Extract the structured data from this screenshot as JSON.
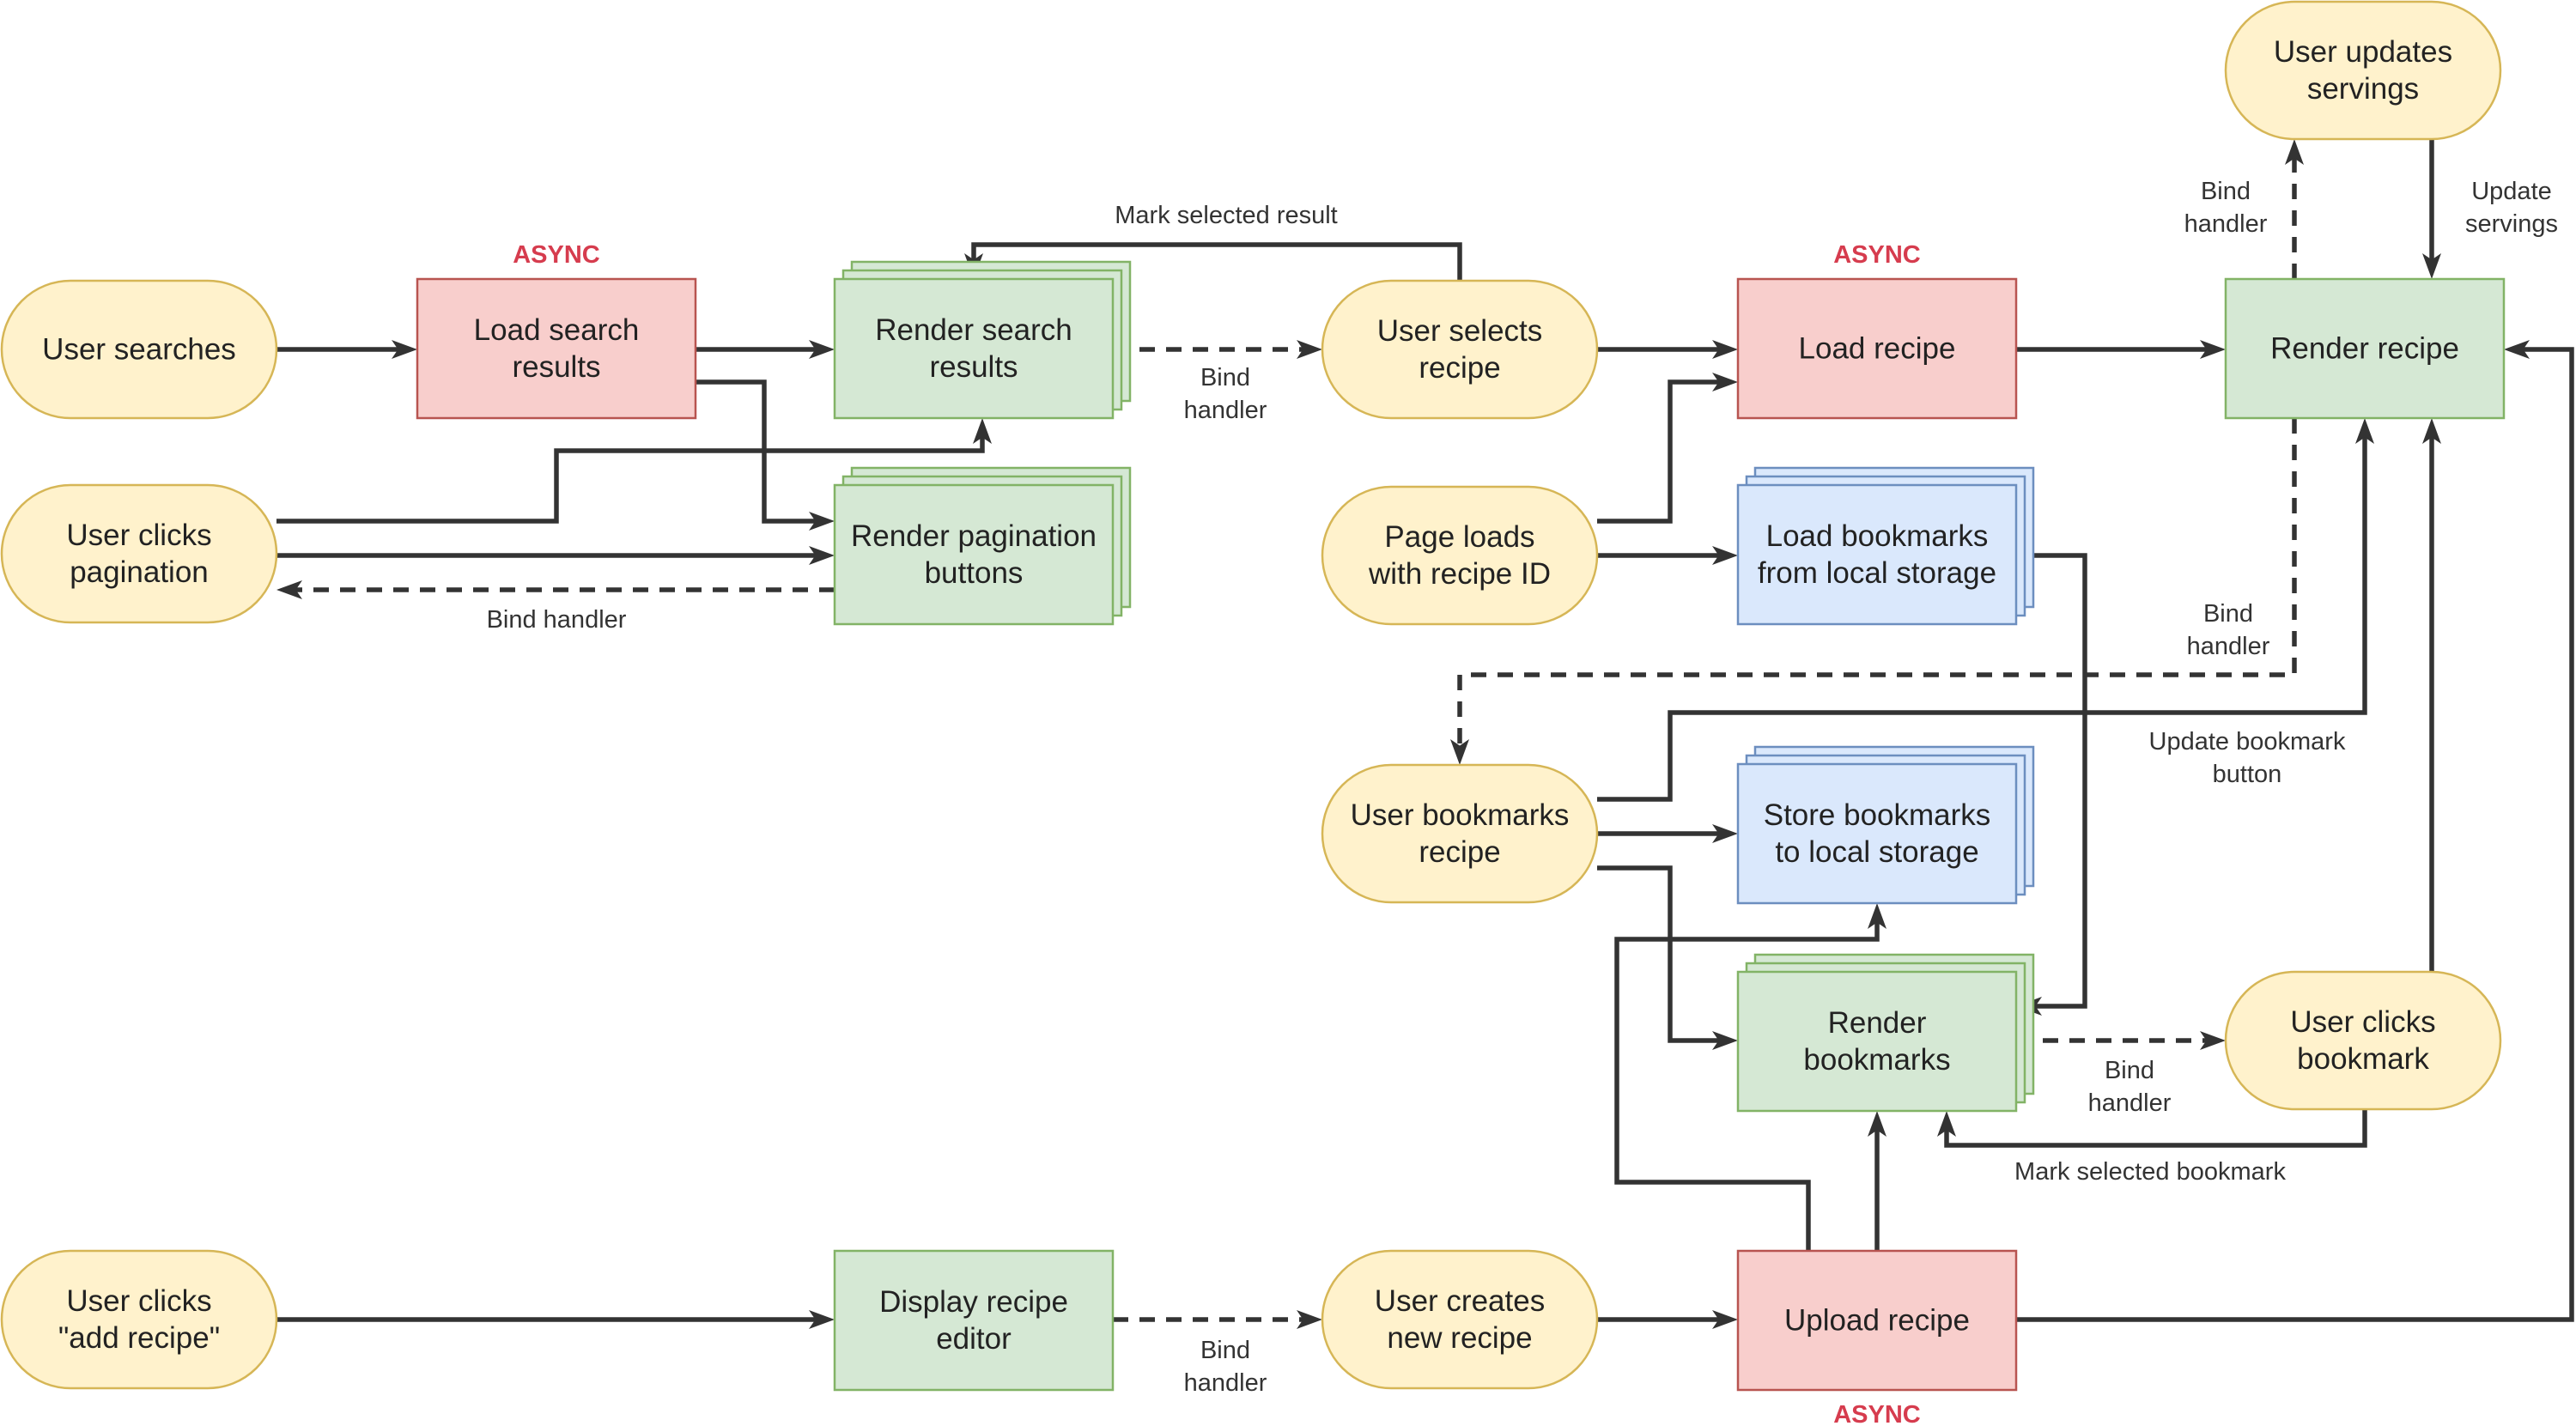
{
  "colors": {
    "event_fill": "#fff2cc",
    "event_stroke": "#d6b656",
    "async_fill": "#f8cecc",
    "async_stroke": "#b85450",
    "render_fill": "#d5e8d4",
    "render_stroke": "#82b366",
    "storage_fill": "#dae8fc",
    "storage_stroke": "#6c8ebf",
    "async_text": "#d63c4e",
    "line": "#333333"
  },
  "nodes": {
    "user_searches": [
      "User searches"
    ],
    "user_clicks_pagination": [
      "User clicks",
      "pagination"
    ],
    "user_clicks_add_recipe": [
      "User clicks",
      "\"add recipe\""
    ],
    "load_search_results": [
      "Load search",
      "results"
    ],
    "render_search_results": [
      "Render search",
      "results"
    ],
    "render_pagination_buttons": [
      "Render pagination",
      "buttons"
    ],
    "display_recipe_editor": [
      "Display recipe",
      "editor"
    ],
    "user_selects_recipe": [
      "User selects",
      "recipe"
    ],
    "page_loads": [
      "Page loads",
      "with recipe ID"
    ],
    "user_bookmarks_recipe": [
      "User bookmarks",
      "recipe"
    ],
    "user_creates_new_recipe": [
      "User creates",
      "new recipe"
    ],
    "load_recipe": [
      "Load recipe"
    ],
    "load_bookmarks": [
      "Load bookmarks",
      "from local storage"
    ],
    "store_bookmarks": [
      "Store bookmarks",
      "to local storage"
    ],
    "render_bookmarks": [
      "Render",
      "bookmarks"
    ],
    "upload_recipe": [
      "Upload recipe"
    ],
    "user_updates_servings": [
      "User updates",
      "servings"
    ],
    "render_recipe": [
      "Render recipe"
    ],
    "user_clicks_bookmark": [
      "User clicks",
      "bookmark"
    ]
  },
  "async_tag": "ASYNC",
  "edge_labels": {
    "mark_selected_result": [
      "Mark selected result"
    ],
    "bind_handler_search": [
      "Bind",
      "handler"
    ],
    "bind_handler_pagination": [
      "Bind handler"
    ],
    "bind_handler_editor": [
      "Bind",
      "handler"
    ],
    "bind_handler_servings": [
      "Bind",
      "handler"
    ],
    "update_servings": [
      "Update",
      "servings"
    ],
    "bind_handler_bookmark_btn": [
      "Bind",
      "handler"
    ],
    "update_bookmark_button": [
      "Update bookmark",
      "button"
    ],
    "bind_handler_bookmarks": [
      "Bind",
      "handler"
    ],
    "mark_selected_bookmark": [
      "Mark selected bookmark"
    ]
  }
}
